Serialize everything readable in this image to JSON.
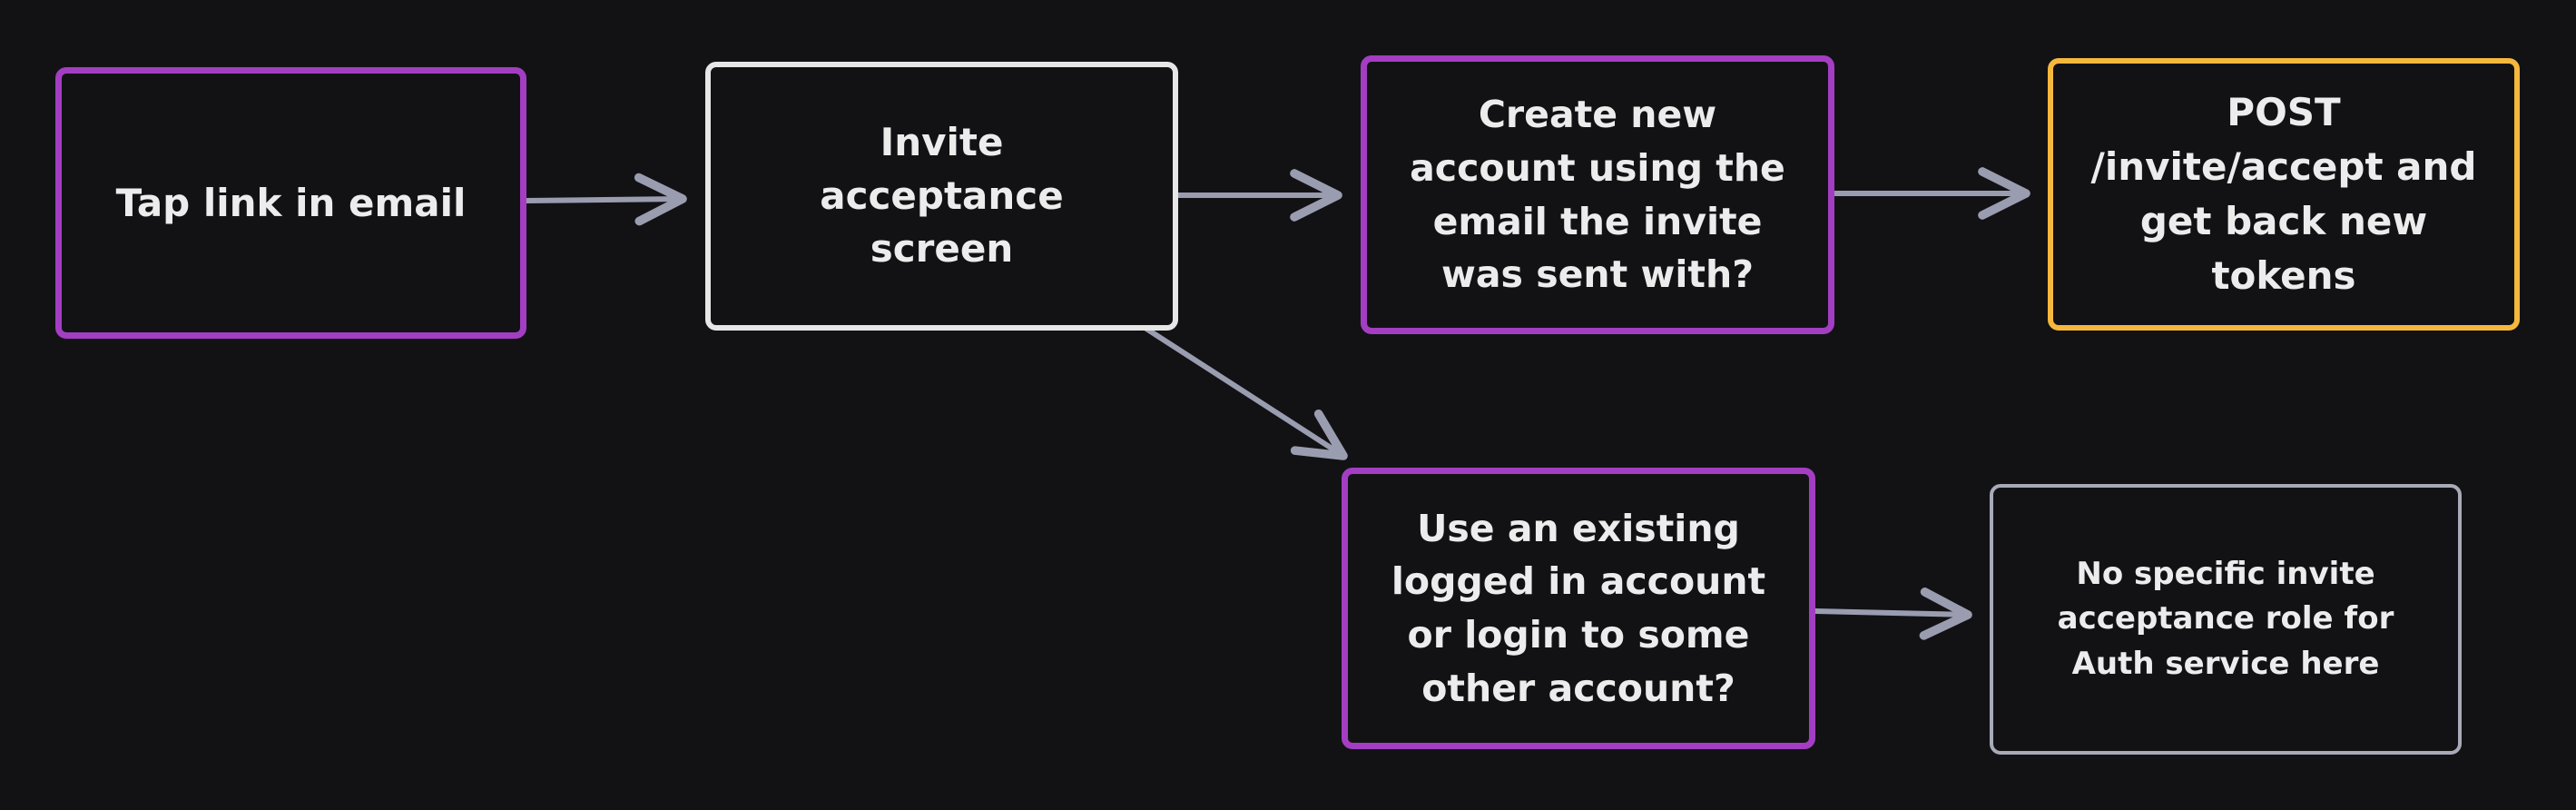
{
  "diagram": {
    "nodes": {
      "tap": "Tap link in email",
      "invite": "Invite acceptance screen",
      "create": "Create new account using the email the invite was sent with?",
      "post": "POST /invite/accept and get back new tokens",
      "use_existing": "Use an existing logged in account or login to some other account?",
      "no_specific": "No specific invite acceptance role for Auth service here"
    },
    "edges": [
      {
        "from": "tap",
        "to": "invite"
      },
      {
        "from": "invite",
        "to": "create"
      },
      {
        "from": "create",
        "to": "post"
      },
      {
        "from": "invite",
        "to": "use_existing"
      },
      {
        "from": "use_existing",
        "to": "no_specific"
      }
    ],
    "colors": {
      "background": "#121215",
      "text": "#ececec",
      "purple_border": "#a33ec2",
      "white_border": "#e6e6e6",
      "yellow_border": "#f5b83d",
      "grey_border": "#a9aab8",
      "arrow": "#9a9cb0"
    }
  }
}
